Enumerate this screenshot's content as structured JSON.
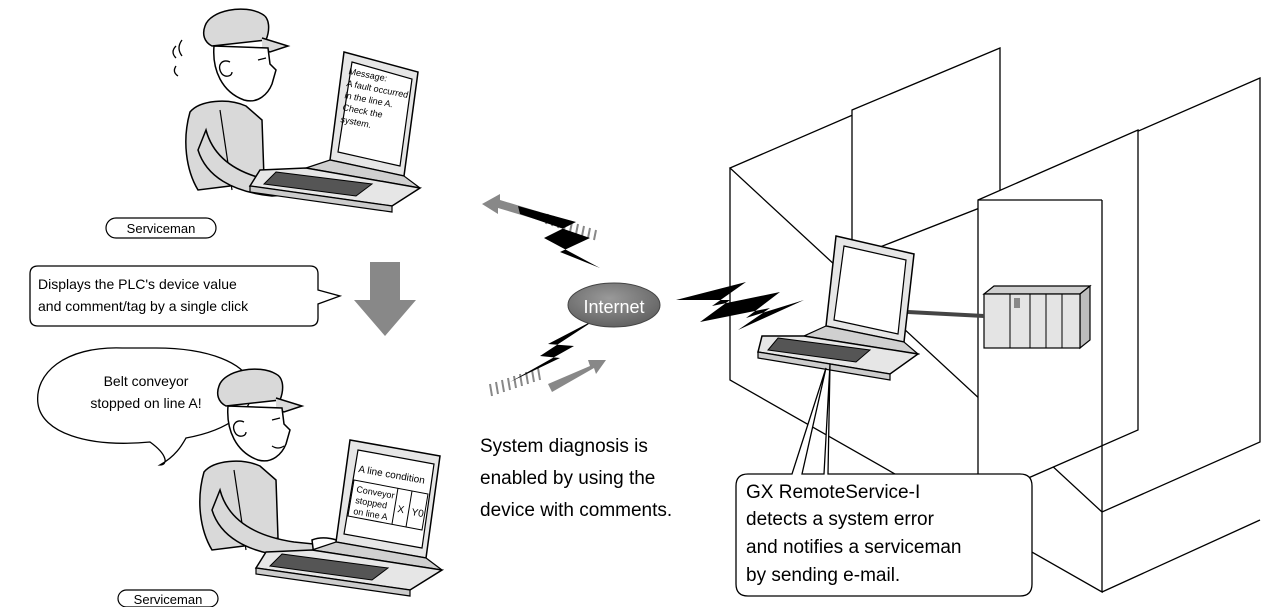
{
  "labels": {
    "serviceman_top": "Serviceman",
    "serviceman_bottom": "Serviceman",
    "internet": "Internet"
  },
  "screen_top": [
    "Message:",
    "A fault occurred",
    "in the line A.",
    "Check the",
    "system."
  ],
  "screen_bottom": {
    "title": "A line condition",
    "cell_lines": [
      "Conveyor",
      "stopped",
      "on line A"
    ],
    "cell_x": "X",
    "cell_y": "Y0"
  },
  "callout_display": [
    "Displays the PLC's device value",
    "and comment/tag by a single click"
  ],
  "speech": [
    "Belt conveyor",
    "stopped on line A!"
  ],
  "diagnosis": [
    "System diagnosis is",
    "enabled by using the",
    "device with comments."
  ],
  "gx_box": [
    "GX RemoteService-I",
    "detects a system error",
    "and notifies a serviceman",
    "by sending e-mail."
  ],
  "colors": {
    "internet_fill": "#777777",
    "arrow_gray": "#888888",
    "line": "#000000",
    "figure_fill": "#d9d9d9"
  }
}
